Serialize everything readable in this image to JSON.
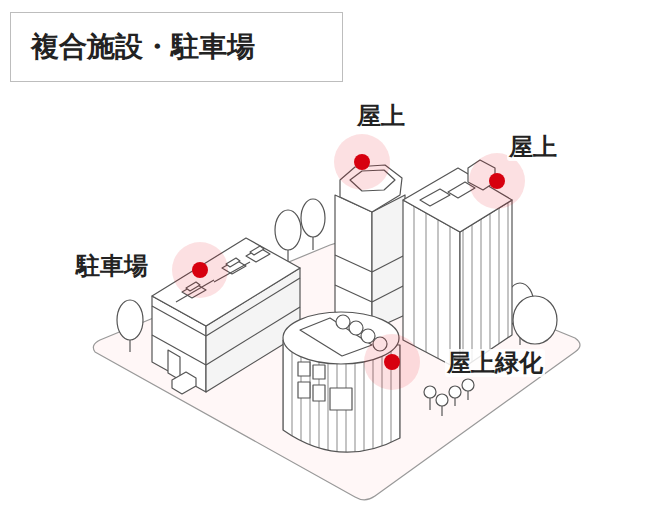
{
  "diagram": {
    "title": "複合施設・駐車場",
    "labels": [
      "屋上",
      "屋上",
      "駐車場",
      "屋上緑化"
    ]
  }
}
